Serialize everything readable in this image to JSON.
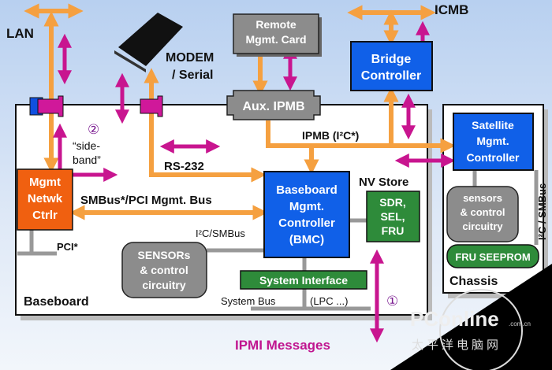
{
  "labels": {
    "lan": "LAN",
    "icmb": "ICMB",
    "modem_line1": "MODEM",
    "modem_line2": "/ Serial",
    "remote_card_line1": "Remote",
    "remote_card_line2": "Mgmt. Card",
    "aux_ipmb": "Aux. IPMB",
    "bridge_line1": "Bridge",
    "bridge_line2": "Controller",
    "ipmb": "IPMB (I²C*)",
    "rs232": "RS-232",
    "sideband_number": "②",
    "sideband_line1": "“side-",
    "sideband_line2": "band”",
    "mgmt_netwk_line1": "Mgmt",
    "mgmt_netwk_line2": "Netwk",
    "mgmt_netwk_line3": "Ctrlr",
    "smbus_pci": "SMBus*/PCI Mgmt. Bus",
    "bmc_line1": "Baseboard",
    "bmc_line2": "Mgmt.",
    "bmc_line3": "Controller",
    "bmc_line4": "(BMC)",
    "nv_store": "NV Store",
    "sdr_line1": "SDR,",
    "sdr_line2": "SEL,",
    "sdr_line3": "FRU",
    "i2c_smbus": "I²C/SMBus",
    "pci": "PCI*",
    "sensors_line1": "SENSORs",
    "sensors_line2": "& control",
    "sensors_line3": "circuitry",
    "system_interface": "System Interface",
    "system_bus": "System Bus",
    "lpc": "(LPC ...)",
    "baseboard": "Baseboard",
    "ipmi_number": "①",
    "ipmi_messages": "IPMI Messages",
    "satellite_line1": "Satellite",
    "satellite_line2": "Mgmt.",
    "satellite_line3": "Controller",
    "chassis_sensors_line1": "sensors",
    "chassis_sensors_line2": "& control",
    "chassis_sensors_line3": "circuitry",
    "fru_seeprom": "FRU SEEPROM",
    "chassis": "Chassis",
    "chassis_bus": "I²C / SMBus"
  },
  "watermark": {
    "brand": "PConline",
    "domain": ".com.cn",
    "chinese": "太平洋电脑网"
  },
  "colors": {
    "controller_blue": "#1060e8",
    "storage_green": "#2e8b3a",
    "nic_orange": "#f06010",
    "bus_orange": "#f5a040",
    "message_magenta": "#c8158f",
    "component_gray": "#8c8c8c"
  }
}
